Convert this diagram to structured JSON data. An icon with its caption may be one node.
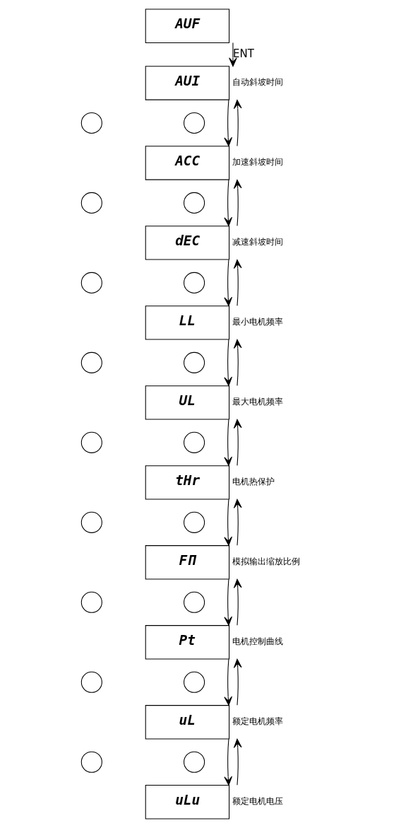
{
  "diagram": {
    "nodes": [
      {
        "text": [
          "AUF"
        ]
      },
      {
        "text": [
          "AUI"
        ],
        "beside": [
          "自动斜坡时间"
        ]
      },
      {
        "text": [],
        "shape": "circle"
      },
      {
        "text": [],
        "shape": "circle"
      },
      {
        "text": [
          "ACC"
        ],
        "beside": [
          "加速斜坡时间"
        ]
      },
      {
        "text": [],
        "shape": "circle"
      },
      {
        "text": [],
        "shape": "circle"
      },
      {
        "text": [
          "dEC"
        ],
        "beside": [
          "减速斜坡时间"
        ]
      },
      {
        "text": [],
        "shape": "circle"
      },
      {
        "text": [],
        "shape": "circle"
      },
      {
        "text": [
          "LL"
        ],
        "beside": [
          "最小电机频率"
        ]
      },
      {
        "text": [],
        "shape": "circle"
      },
      {
        "text": [],
        "shape": "circle"
      },
      {
        "text": [
          "UL"
        ],
        "beside": [
          "最大电机频率"
        ]
      },
      {
        "text": [],
        "shape": "circle"
      },
      {
        "text": [],
        "shape": "circle"
      },
      {
        "text": [
          "tHr"
        ],
        "beside": [
          "电机热保护"
        ]
      },
      {
        "text": [],
        "shape": "circle"
      },
      {
        "text": [],
        "shape": "circle"
      },
      {
        "text": [
          "FΠ"
        ],
        "beside": [
          "模拟输出缩放比例"
        ]
      },
      {
        "text": [],
        "shape": "circle"
      },
      {
        "text": [],
        "shape": "circle"
      },
      {
        "text": [
          "Pt"
        ],
        "beside": [
          "电机控制曲线"
        ]
      },
      {
        "text": [],
        "shape": "circle"
      },
      {
        "text": [],
        "shape": "circle"
      },
      {
        "text": [
          "uL"
        ],
        "beside": [
          "额定电机频率"
        ]
      },
      {
        "text": [],
        "shape": "circle"
      },
      {
        "text": [],
        "shape": "circle"
      },
      {
        "text": [
          "uLu"
        ],
        "beside": [
          "额定电机电压"
        ]
      }
    ],
    "edges": [
      {
        "from": 0,
        "to": 1,
        "arrow": "to",
        "label": "ENT"
      },
      {
        "from": 1,
        "to": 4,
        "arrow": "to"
      },
      {
        "from": 4,
        "to": 1,
        "arrow": "to"
      },
      {
        "from": 4,
        "to": 7,
        "arrow": "to"
      },
      {
        "from": 7,
        "to": 4,
        "arrow": "to"
      },
      {
        "from": 7,
        "to": 10,
        "arrow": "to"
      },
      {
        "from": 10,
        "to": 7,
        "arrow": "to"
      },
      {
        "from": 10,
        "to": 13,
        "arrow": "to"
      },
      {
        "from": 13,
        "to": 10,
        "arrow": "to"
      },
      {
        "from": 13,
        "to": 16,
        "arrow": "to"
      },
      {
        "from": 16,
        "to": 13,
        "arrow": "to"
      },
      {
        "from": 16,
        "to": 19,
        "arrow": "to"
      },
      {
        "from": 19,
        "to": 16,
        "arrow": "to"
      },
      {
        "from": 19,
        "to": 22,
        "arrow": "to"
      },
      {
        "from": 22,
        "to": 19,
        "arrow": "to"
      },
      {
        "from": 22,
        "to": 25,
        "arrow": "to"
      },
      {
        "from": 25,
        "to": 22,
        "arrow": "to"
      },
      {
        "from": 25,
        "to": 28,
        "arrow": "to"
      },
      {
        "from": 28,
        "to": 25,
        "arrow": "to"
      }
    ]
  }
}
